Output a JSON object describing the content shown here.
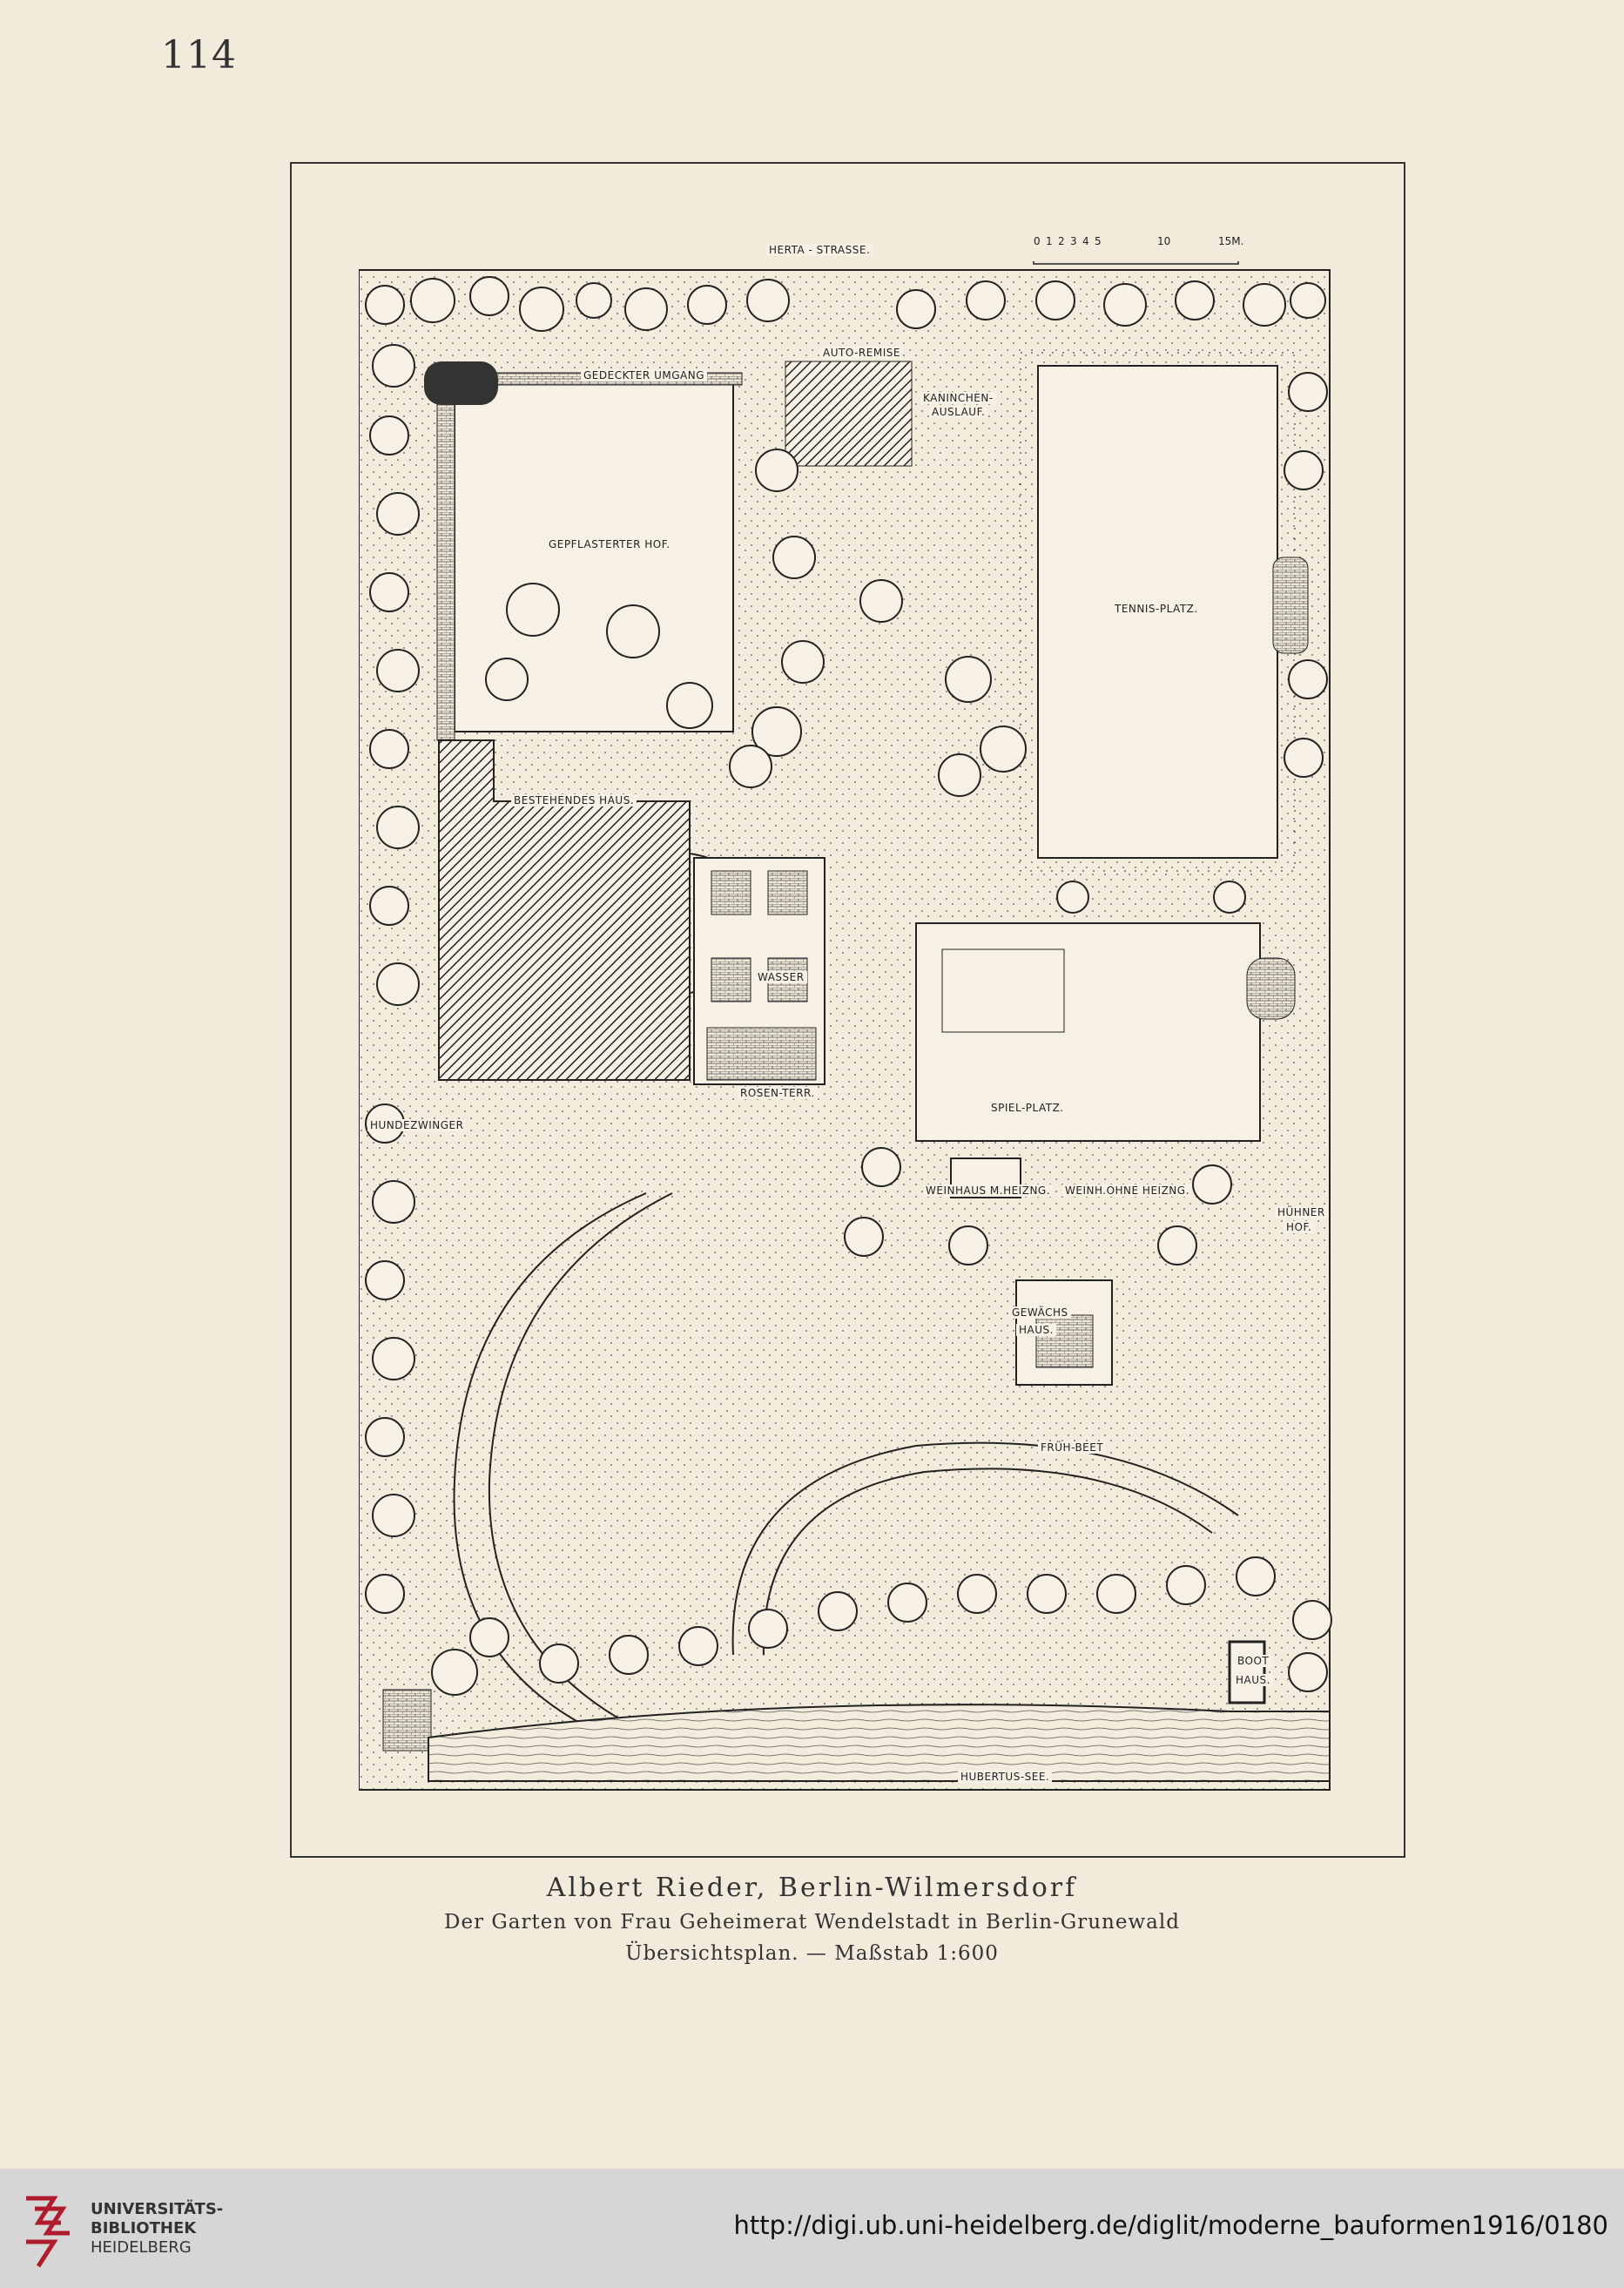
{
  "page": {
    "number": "114"
  },
  "plan": {
    "street": "HERTA - STRASSE.",
    "scale_ticks": [
      "0",
      "1",
      "2",
      "3",
      "4",
      "5",
      "10",
      "15M."
    ],
    "labels": {
      "gedeckter_umgang": "GEDECKTER UMGANG",
      "auto_remise": "AUTO-REMISE",
      "kaninchen_auslauf_1": "KANINCHEN-",
      "kaninchen_auslauf_2": "AUSLAUF.",
      "gepflasterter_hof": "GEPFLASTERTER HOF.",
      "tennis_platz": "TENNIS-PLATZ.",
      "bestehendes_haus": "BESTEHENDES HAUS.",
      "wasser": "WASSER",
      "rosen_terr": "ROSEN-TERR.",
      "spiel_platz": "SPIEL-PLATZ.",
      "hundezwinger": "HUNDEZWINGER",
      "weinhaus_heizung": "WEINHAUS M.HEIZNG.",
      "weinhaus_ohne": "WEINH.OHNE HEIZNG.",
      "huehner_hof_1": "HÜHNER",
      "huehner_hof_2": "HOF.",
      "gewaechs_haus_1": "GEWÄCHS",
      "gewaechs_haus_2": "HAUS.",
      "frueh_beet": "FRÜH-BEET",
      "boot_haus_1": "BOOT",
      "boot_haus_2": "HAUS.",
      "hubertus_see": "HUBERTUS-SEE."
    }
  },
  "caption": {
    "line1": "Albert Rieder, Berlin-Wilmersdorf",
    "line2": "Der Garten von Frau Geheimerat Wendelstadt in Berlin-Grunewald",
    "line3": "Übersichtsplan. — Maßstab 1:600"
  },
  "footer": {
    "logo_line1": "UNIVERSITÄTS-",
    "logo_line2": "BIBLIOTHEK",
    "logo_line3": "HEIDELBERG",
    "url": "http://digi.ub.uni-heidelberg.de/diglit/moderne_bauformen1916/0180"
  },
  "colors": {
    "paper": "#f2ebdc",
    "ink": "#2a2a2a",
    "footer_bg": "#d6d6d6",
    "logo_red": "#b01c2e"
  }
}
